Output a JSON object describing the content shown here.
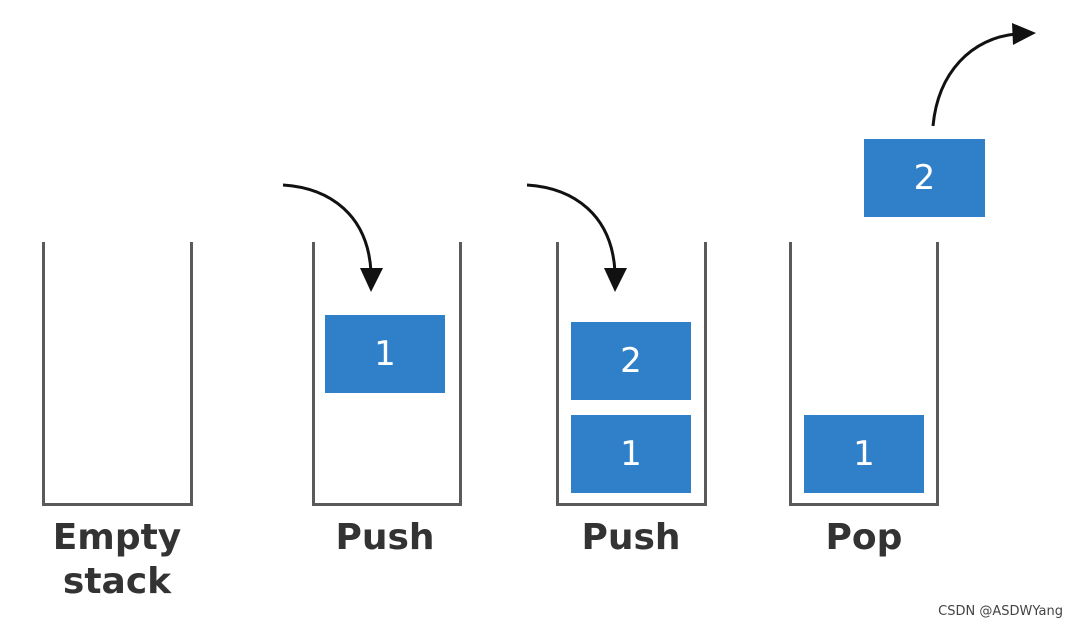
{
  "stages": [
    {
      "label_line1": "Empty",
      "label_line2": "stack"
    },
    {
      "label": "Push",
      "blocks": [
        "1"
      ]
    },
    {
      "label": "Push",
      "blocks": [
        "2",
        "1"
      ]
    },
    {
      "label": "Pop",
      "blocks": [
        "1"
      ],
      "popped": "2"
    }
  ],
  "watermark": "CSDN @ASDWYang",
  "colors": {
    "block": "#2f80c8",
    "container": "#5a5a5a",
    "arrow": "#111111"
  }
}
